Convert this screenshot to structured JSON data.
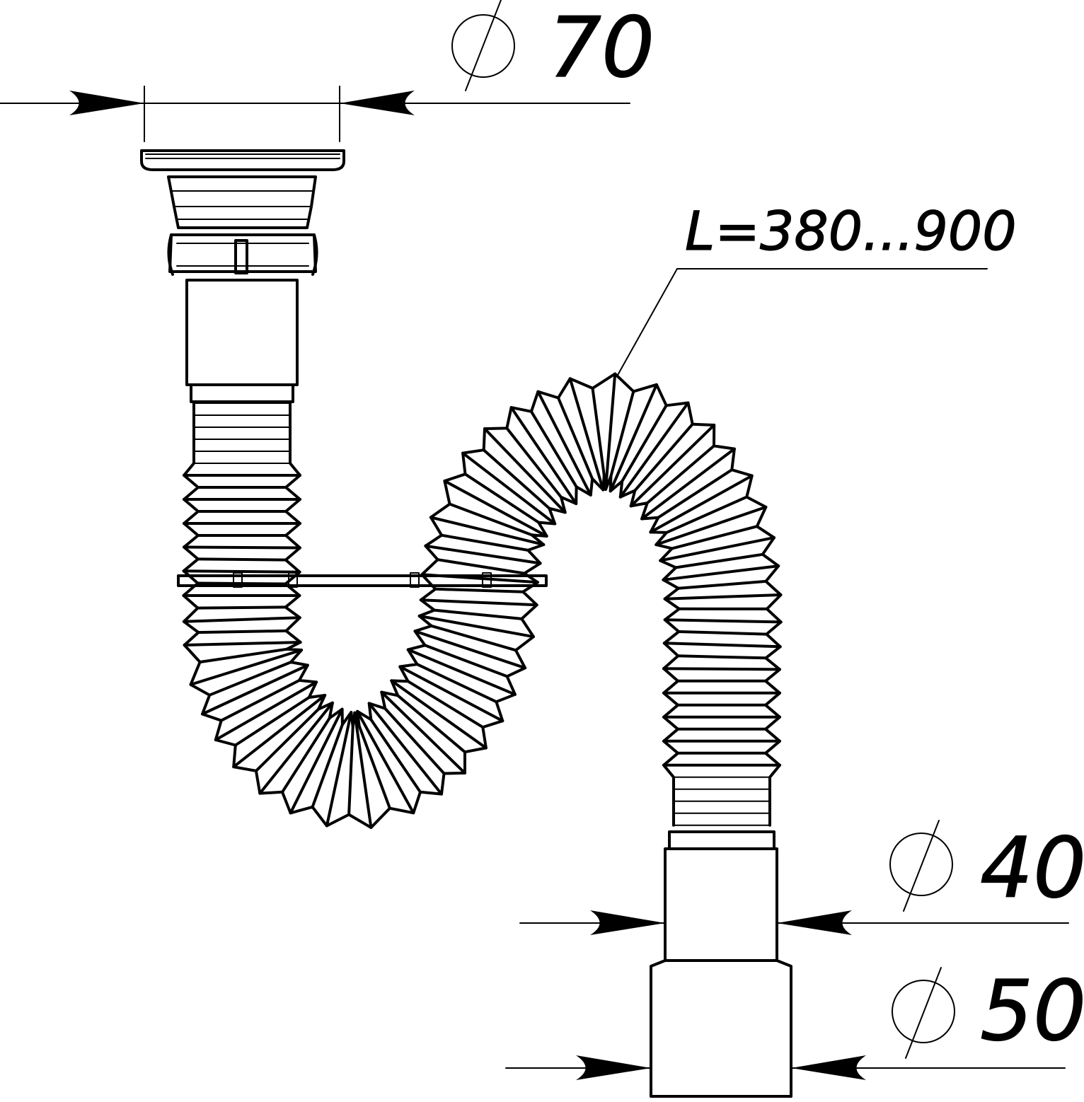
{
  "dimensions": {
    "top_diameter": {
      "symbol": "⌀",
      "value": "70"
    },
    "length_label": "L=380...900",
    "outlet_diameter_small": {
      "symbol": "⌀",
      "value": "40"
    },
    "outlet_diameter_large": {
      "symbol": "⌀",
      "value": "50"
    }
  },
  "colors": {
    "line": "#000000",
    "background": "#ffffff"
  }
}
